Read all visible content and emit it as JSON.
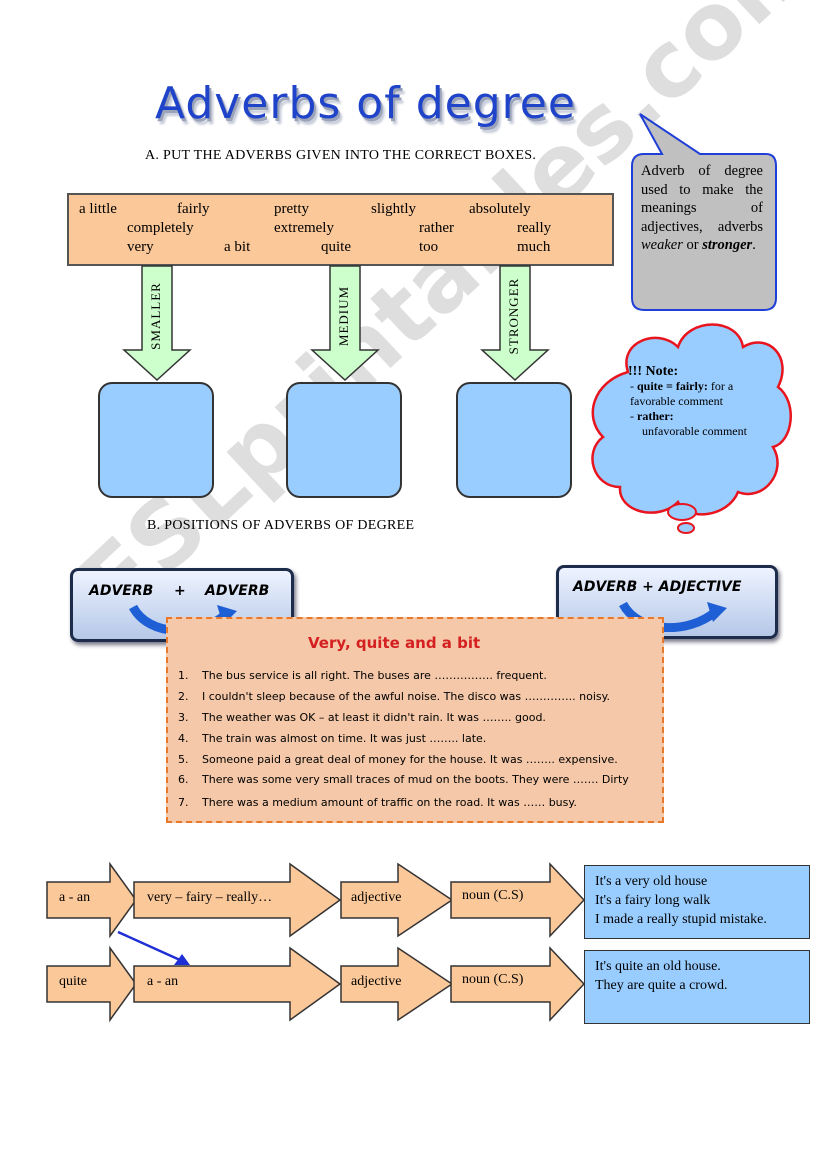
{
  "title": "Adverbs of degree",
  "section_a": {
    "heading": "A.  PUT THE ADVERBS GIVEN INTO THE CORRECT BOXES.",
    "words": [
      "a little",
      "fairly",
      "pretty",
      "slightly",
      "absolutely",
      "completely",
      "extremely",
      "rather",
      "really",
      "very",
      "a bit",
      "quite",
      "too",
      "much"
    ],
    "arrows": [
      "SMALLER",
      "MEDIUM",
      "STRONGER"
    ]
  },
  "callout": {
    "text_plain": "Adverb of degree used to make the meanings of adjectives, adverbs ",
    "weaker": "weaker",
    "or": " or ",
    "stronger": "stronger",
    "end": "."
  },
  "note": {
    "title": "!!! Note:",
    "item1_term": "quite = fairly:",
    "item1_desc": " for a favorable comment",
    "item2_term": "rather:",
    "item2_desc": "unfavorable comment"
  },
  "section_b": {
    "heading": "B.  POSITIONS OF ADVERBS OF DEGREE",
    "banner_left": {
      "a": "ADVERB",
      "plus": "+",
      "b": "ADVERB"
    },
    "banner_right": "ADVERB + ADJECTIVE"
  },
  "exercise": {
    "title_red": "Very, quite",
    "title_and": " and ",
    "title_red2": "a bit",
    "items": [
      "The bus service is all right. The buses are ……………. frequent.",
      "I couldn't sleep because of the awful noise. The disco was ………….. noisy.",
      "The weather was OK – at least it didn't rain. It was …….. good.",
      "The train was almost on time. It was just …….. late.",
      "Someone paid a great deal of money for the house. It was …….. expensive.",
      "There was some very small traces of mud on the boots. They were ……. Dirty",
      "There was a medium amount of traffic on the road. It was …… busy."
    ]
  },
  "flow": {
    "row1": {
      "labels": [
        "a - an",
        "very – fairy – really…",
        "adjective",
        "noun (C.S)"
      ],
      "examples": [
        "It's a very old house",
        "It's a fairy long walk",
        "I made a really stupid mistake."
      ]
    },
    "row2": {
      "labels": [
        "quite",
        "a - an",
        "adjective",
        "noun (C.S)"
      ],
      "examples": [
        "It's quite an old house.",
        "They are quite a crowd."
      ]
    }
  },
  "watermark": "ESLprintables.com",
  "colors": {
    "title_blue": "#1f43c9",
    "peach": "#fbc89a",
    "light_blue": "#99ccff",
    "arrow_green": "#ccffcc",
    "note_red": "#e8141e",
    "exercise_red": "#d42020"
  }
}
